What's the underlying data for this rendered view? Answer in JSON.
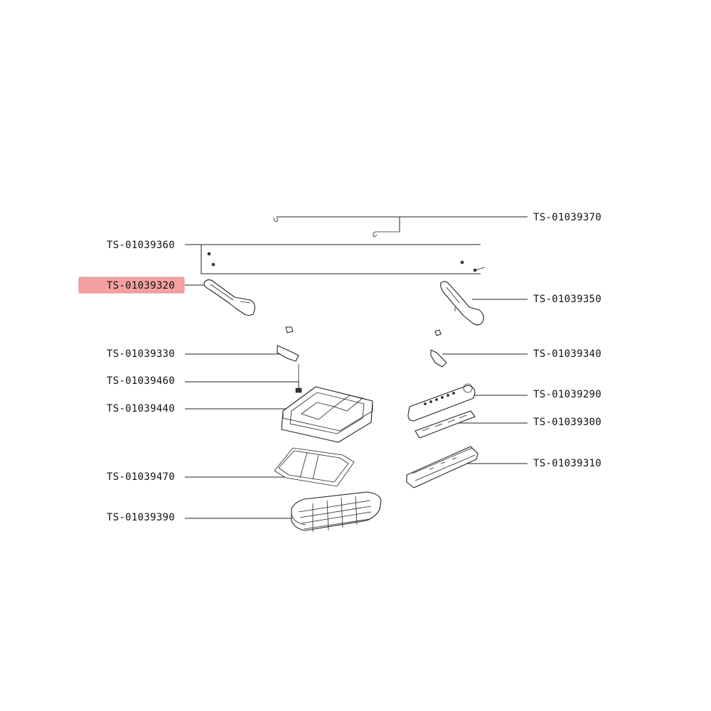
{
  "labels": {
    "p370": "TS-01039370",
    "p360": "TS-01039360",
    "p320": "TS-01039320",
    "p350": "TS-01039350",
    "p330": "TS-01039330",
    "p340": "TS-01039340",
    "p460": "TS-01039460",
    "p290": "TS-01039290",
    "p440": "TS-01039440",
    "p300": "TS-01039300",
    "p470": "TS-01039470",
    "p310": "TS-01039310",
    "p390": "TS-01039390"
  },
  "highlighted_part": "TS-01039320",
  "colors": {
    "highlight": "#f4a0a0",
    "line": "#222222",
    "text": "#111111",
    "background": "#ffffff"
  }
}
